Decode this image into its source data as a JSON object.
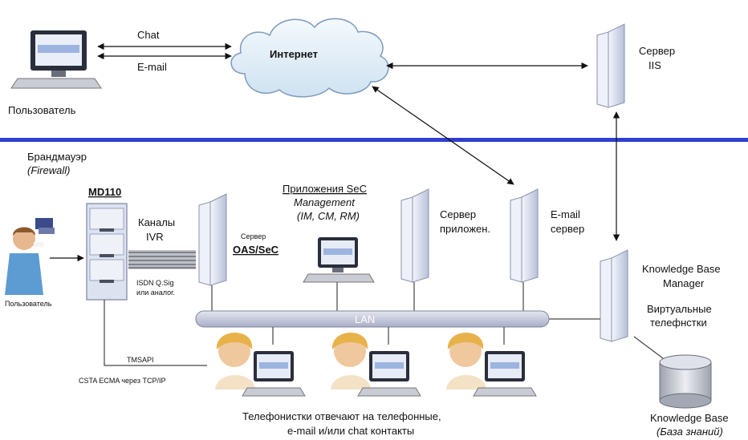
{
  "colors": {
    "firewall_line": "#2f3fd0",
    "cloud": "#dfeef8",
    "lan_bus": "#c4c8dc",
    "server": "#dfe4f2",
    "screen": "#4a60c8"
  },
  "links": {
    "chat": "Chat",
    "email": "E-mail"
  },
  "internet": {
    "label": "Интернет"
  },
  "user_top": {
    "label": "Пользователь"
  },
  "iis": {
    "line1": "Сервер",
    "line2": "IIS"
  },
  "firewall": {
    "line1": "Брандмауэр",
    "line2": "(Firewall)"
  },
  "md110": {
    "title": "MD110"
  },
  "user_left": {
    "label": "Пользователь"
  },
  "ivr": {
    "line1": "Каналы",
    "line2": "IVR",
    "isdn1": "ISDN Q.Sig",
    "isdn2": "или аналог."
  },
  "oas": {
    "line1": "Сервер",
    "line2": "OAS/SeC"
  },
  "apps": {
    "line1": "Приложения SeC",
    "line2": "Management",
    "line3": "(IM, CM, RM)"
  },
  "app_server": {
    "line1": "Сервер",
    "line2": "приложен."
  },
  "email_server": {
    "line1": "E-mail",
    "line2": "сервер"
  },
  "kbm": {
    "line1": "Knowledge Base",
    "line2": "Manager",
    "line3": "Виртуальные",
    "line4": "телефнстки"
  },
  "lan": {
    "label": "LAN"
  },
  "tmsapi": {
    "line1": "TMSAPI",
    "line2": "CSTA ECMA  через TCP/IP"
  },
  "operators": {
    "line1": "Телефонистки отвечают на телефонные,",
    "line2": "e-mail и/или chat контакты"
  },
  "kb": {
    "line1": "Knowledge Base",
    "line2": "(База знаний)"
  }
}
